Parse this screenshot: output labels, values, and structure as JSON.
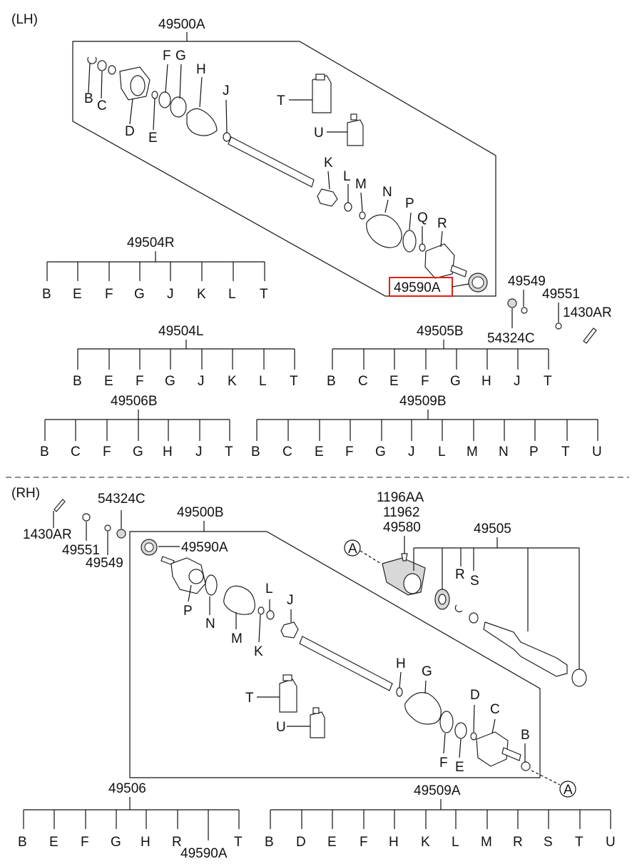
{
  "sections": {
    "lh": "(LH)",
    "rh": "(RH)"
  },
  "colors": {
    "highlight": "#e0201a",
    "ink": "#111111"
  },
  "lh": {
    "assembly": "49500A",
    "highlighted_part": "49590A",
    "callouts": [
      "B",
      "C",
      "D",
      "E",
      "F",
      "G",
      "H",
      "J",
      "K",
      "L",
      "M",
      "N",
      "P",
      "Q",
      "R",
      "T",
      "U"
    ],
    "loose_parts": [
      "49549",
      "49551",
      "1430AR",
      "54324C"
    ],
    "trees": [
      {
        "root": "49504R",
        "leaves": [
          "B",
          "E",
          "F",
          "G",
          "J",
          "K",
          "L",
          "T"
        ]
      },
      {
        "root": "49504L",
        "leaves": [
          "B",
          "E",
          "F",
          "G",
          "J",
          "K",
          "L",
          "T"
        ]
      },
      {
        "root": "49505B",
        "leaves": [
          "B",
          "C",
          "E",
          "F",
          "G",
          "H",
          "J",
          "T"
        ]
      },
      {
        "root": "49506B",
        "leaves": [
          "B",
          "C",
          "F",
          "G",
          "H",
          "J",
          "T"
        ]
      },
      {
        "root": "49509B",
        "leaves": [
          "B",
          "C",
          "E",
          "F",
          "G",
          "J",
          "L",
          "M",
          "N",
          "P",
          "T",
          "U"
        ]
      }
    ]
  },
  "rh": {
    "assembly": "49500B",
    "ring_part": "49590A",
    "bearing_parts": [
      "1196AA",
      "11962",
      "49580"
    ],
    "shaft_assembly": "49505",
    "circle_marker": "A",
    "callouts": [
      "P",
      "N",
      "M",
      "K",
      "L",
      "J",
      "H",
      "G",
      "D",
      "C",
      "B",
      "F",
      "E",
      "T",
      "U",
      "R",
      "S"
    ],
    "loose_parts": [
      "54324C",
      "1430AR",
      "49551",
      "49549"
    ],
    "trees": [
      {
        "root": "49506",
        "leaves": [
          "B",
          "E",
          "F",
          "G",
          "H",
          "R",
          "49590A",
          "T"
        ]
      },
      {
        "root": "49509A",
        "leaves": [
          "B",
          "D",
          "E",
          "F",
          "H",
          "K",
          "L",
          "M",
          "R",
          "S",
          "T",
          "U"
        ]
      }
    ]
  }
}
